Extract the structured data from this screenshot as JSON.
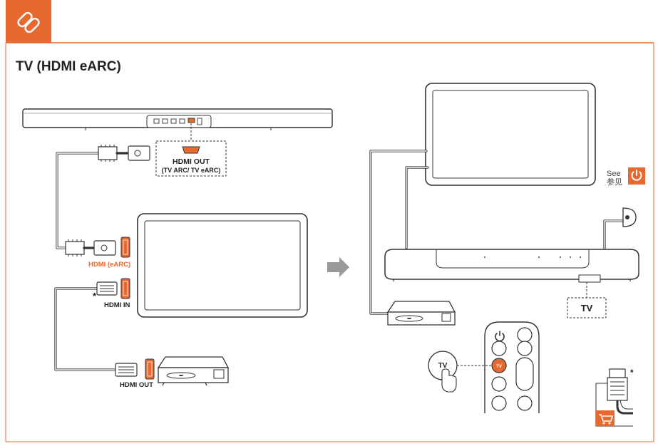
{
  "page": {
    "title": "TV (HDMI eARC)",
    "accent_color": "#e8692f",
    "header_icon": "link-icon"
  },
  "soundbar_callout": {
    "port_label": "HDMI OUT",
    "port_sublabel": "(TV ARC/ TV eARC)"
  },
  "tv_ports": {
    "earc_label": "HDMI (eARC)",
    "in_label": "HDMI IN",
    "asterisk": "*"
  },
  "source_device": {
    "out_label": "HDMI OUT"
  },
  "result_panel": {
    "input_label": "TV",
    "see_label": "See",
    "see_label_cn": "参见",
    "power_icon": "power-icon",
    "tv_button_label": "TV",
    "remote_tv_key": "TV",
    "footnote_asterisk": "*",
    "cart_icon": "shopping-cart-icon"
  }
}
